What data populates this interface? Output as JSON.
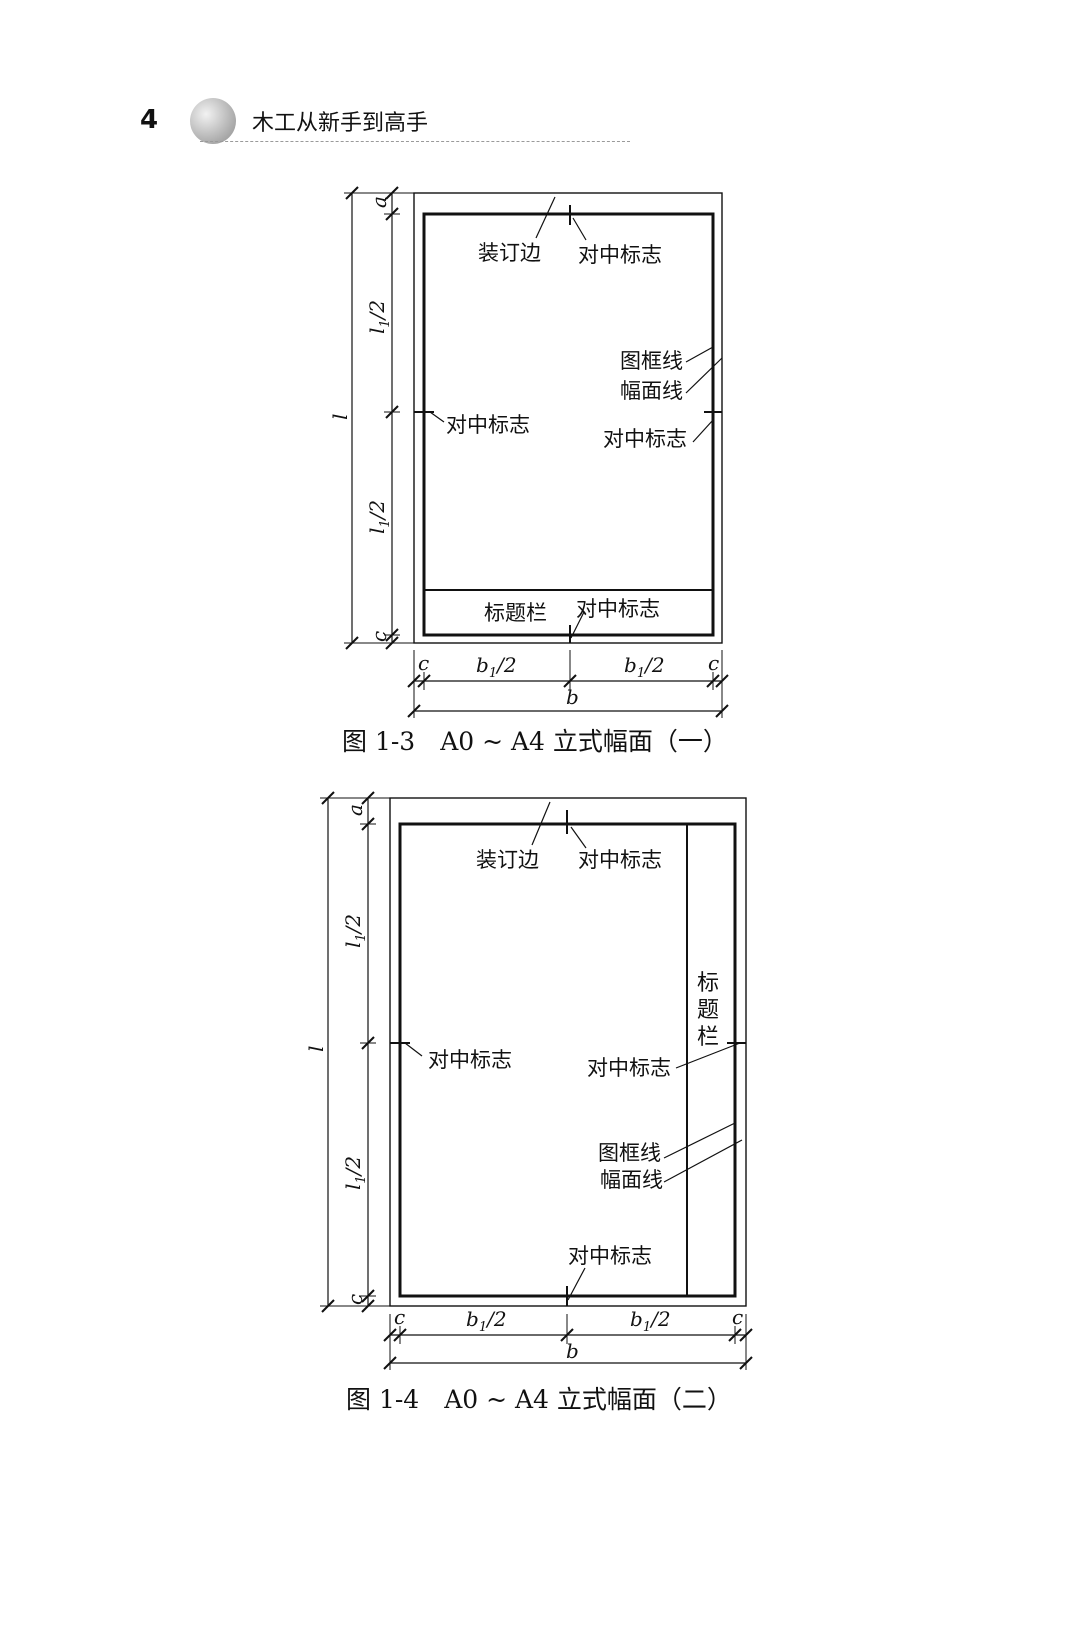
{
  "header": {
    "page_number": "4",
    "book_title": "木工从新手到高手"
  },
  "figure1": {
    "labels": {
      "binding_edge": "装订边",
      "centering_mark_top": "对中标志",
      "frame_line": "图框线",
      "sheet_line": "幅面线",
      "centering_mark_left": "对中标志",
      "centering_mark_right": "对中标志",
      "title_block": "标题栏",
      "centering_mark_bottom": "对中标志"
    },
    "dims": {
      "a": "a",
      "l": "l",
      "l_base": "l",
      "l_sub": "1",
      "l_tail": "/2",
      "c": "c",
      "b": "b",
      "b_base": "b",
      "b_sub": "1",
      "b_tail": "/2"
    },
    "caption": "图 1-3　A0 ~ A4 立式幅面（一）"
  },
  "figure2": {
    "labels": {
      "binding_edge": "装订边",
      "centering_mark_top": "对中标志",
      "title_block_chars": [
        "标",
        "题",
        "栏"
      ],
      "centering_mark_left": "对中标志",
      "centering_mark_right": "对中标志",
      "frame_line": "图框线",
      "sheet_line": "幅面线",
      "centering_mark_bottom": "对中标志"
    },
    "dims": {
      "a": "a",
      "l": "l",
      "l_base": "l",
      "l_sub": "1",
      "l_tail": "/2",
      "c": "c",
      "b": "b",
      "b_base": "b",
      "b_sub": "1",
      "b_tail": "/2"
    },
    "caption": "图 1-4　A0 ~ A4 立式幅面（二）"
  }
}
